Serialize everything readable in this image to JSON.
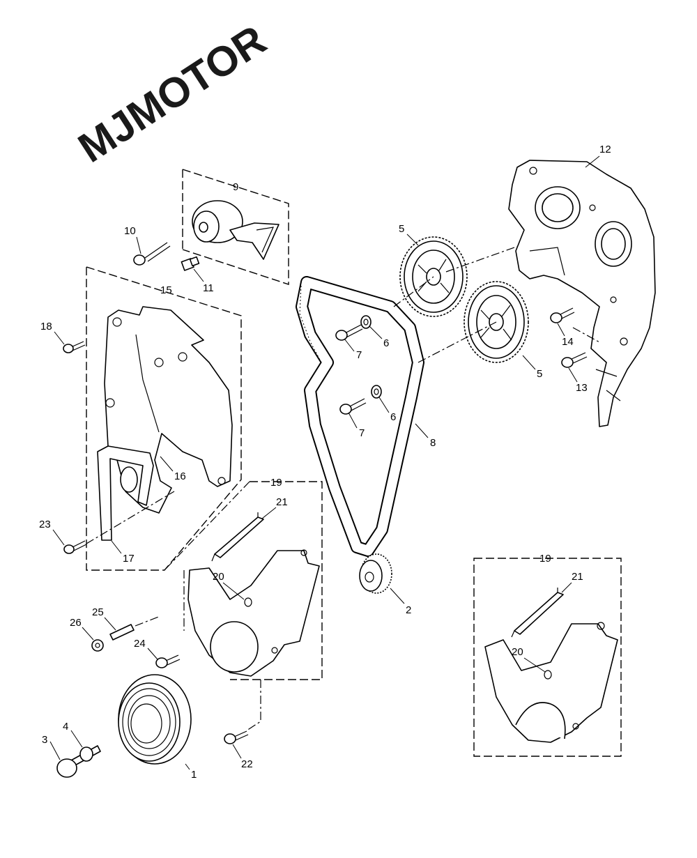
{
  "watermark": "MJMOTOR",
  "callouts": {
    "c1": "1",
    "c2": "2",
    "c3": "3",
    "c4": "4",
    "c5a": "5",
    "c5b": "5",
    "c6a": "6",
    "c6b": "6",
    "c7a": "7",
    "c7b": "7",
    "c8": "8",
    "c9": "9",
    "c10": "10",
    "c11": "11",
    "c12": "12",
    "c13": "13",
    "c14": "14",
    "c15": "15",
    "c16": "16",
    "c17": "17",
    "c18": "18",
    "c19a": "19",
    "c19b": "19",
    "c20a": "20",
    "c20b": "20",
    "c21a": "21",
    "c21b": "21",
    "c22": "22",
    "c23": "23",
    "c24": "24",
    "c25": "25",
    "c26": "26"
  }
}
